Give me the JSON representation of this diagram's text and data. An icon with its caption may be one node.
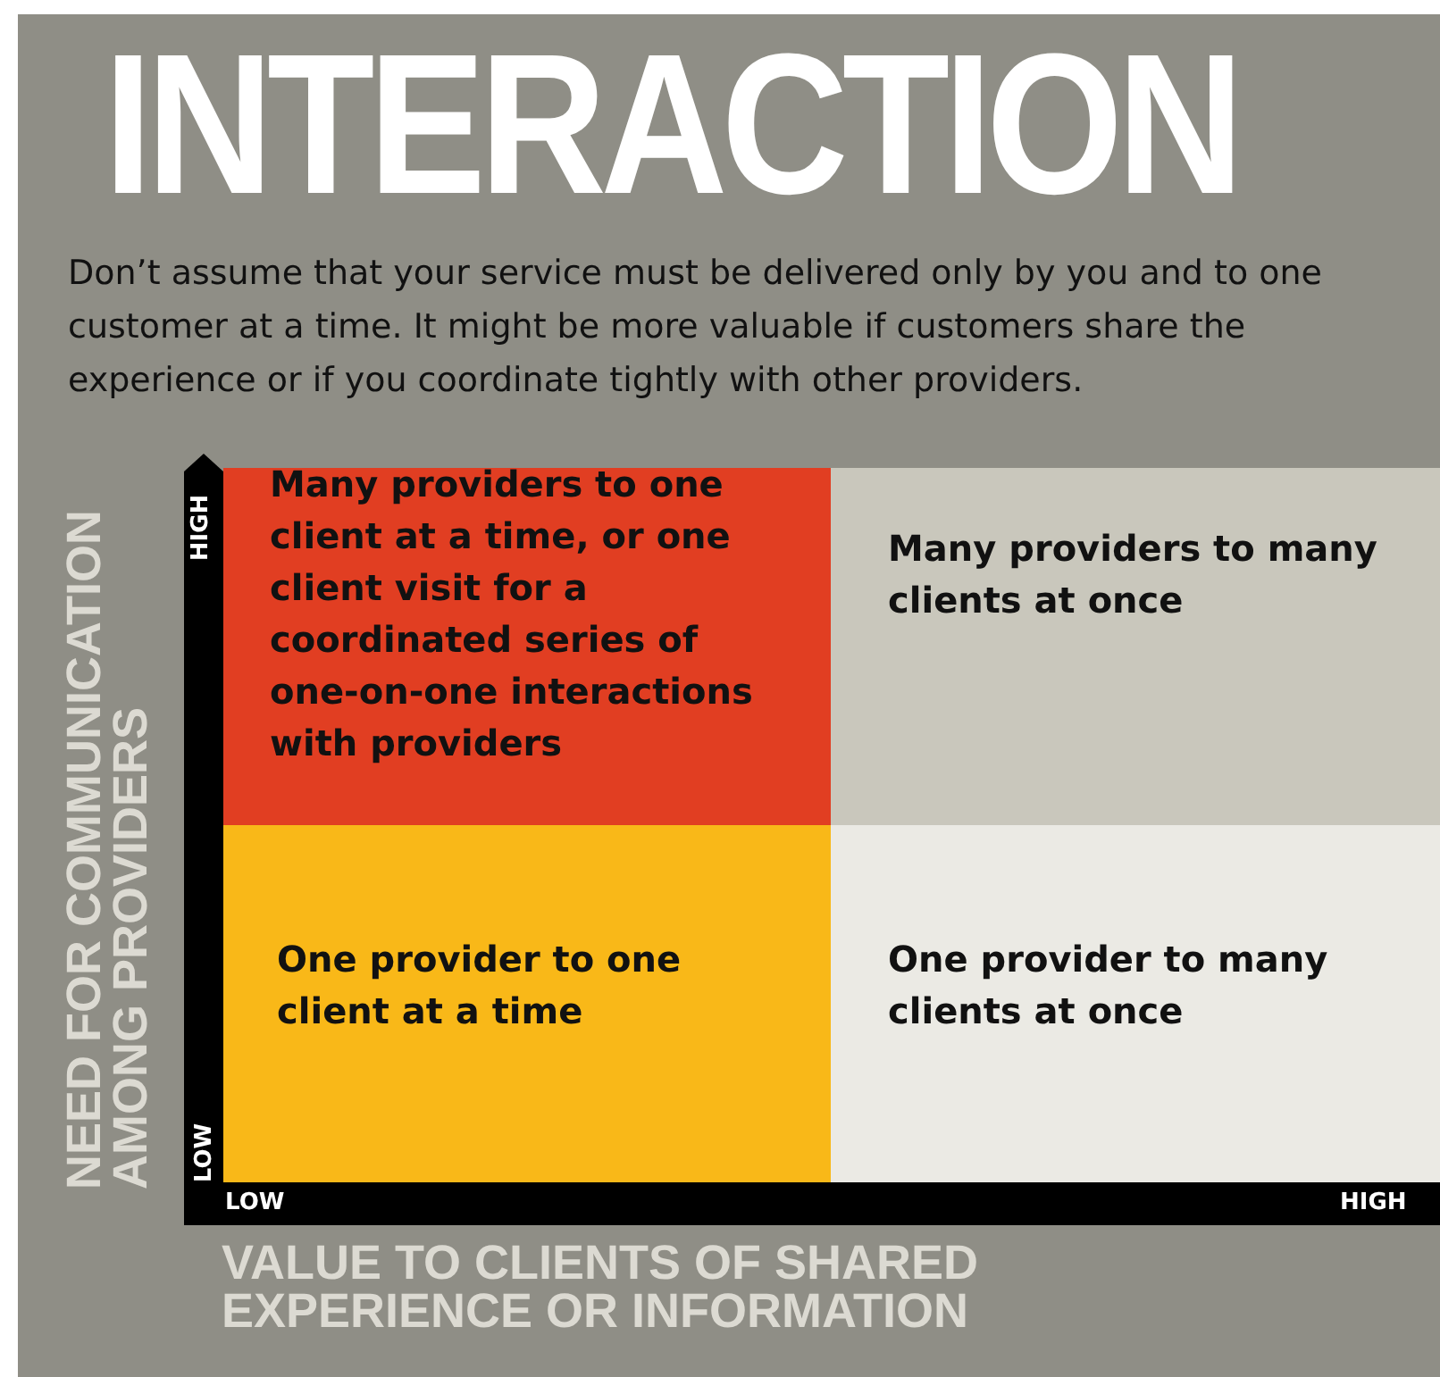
{
  "diagram": {
    "title": "INTERACTION",
    "nodes": [
      {
        "text": [
          "Many providers to one client at a time, or one client visit for a coordinated series of one-on-one interactions with providers"
        ]
      },
      {
        "text": [
          "Many providers to many clients at once"
        ]
      },
      {
        "text": [
          "One provider to one client at a time"
        ]
      },
      {
        "text": [
          "One provider to many clients at once"
        ]
      }
    ],
    "labels": [
      "Don’t assume that your service must be delivered only by you and to one customer at a time. It might be more valuable if customers share the experience or if you coordinate tightly with other providers.",
      "NEED FOR COMMUNICATION AMONG PROVIDERS",
      "HIGH",
      "LOW",
      "LOW",
      "HIGH",
      "VALUE TO CLIENTS OF SHARED EXPERIENCE OR INFORMATION"
    ]
  }
}
